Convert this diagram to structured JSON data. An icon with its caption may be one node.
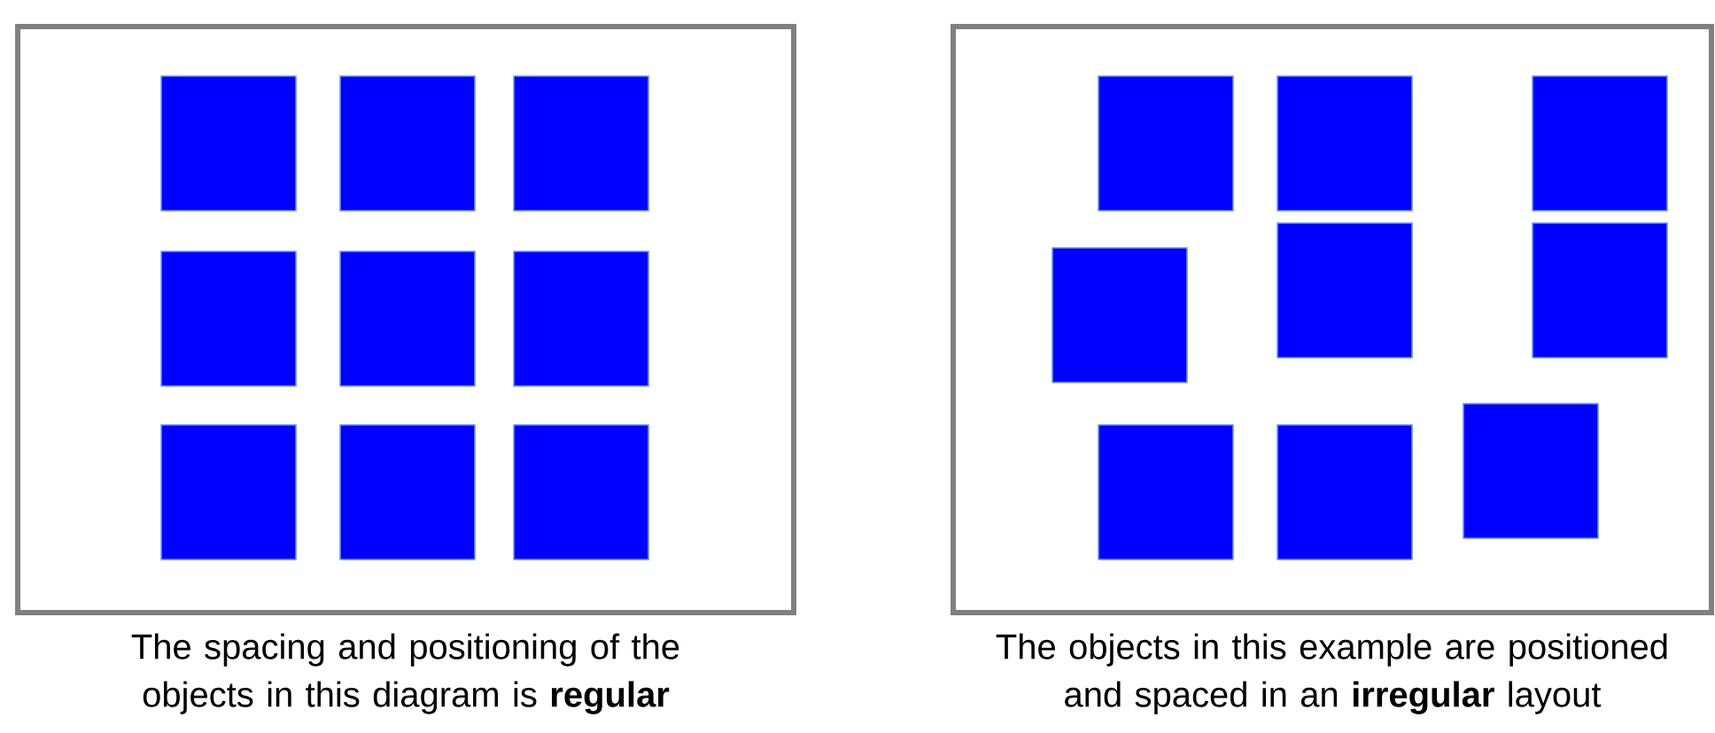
{
  "diagram": {
    "nodes": [
      {
        "text": [
          "The spacing and positioning of the objects in this diagram is **regular**"
        ]
      },
      {
        "text": [
          "The objects in this example are positioned and spaced in an **irregular** layout"
        ]
      },
      {
        "text": [],
        "shape": "box",
        "in": 0
      },
      {
        "text": [],
        "shape": "box",
        "in": 0
      },
      {
        "text": [],
        "shape": "box",
        "in": 0
      },
      {
        "text": [],
        "shape": "box",
        "in": 0
      },
      {
        "text": [],
        "shape": "box",
        "in": 0
      },
      {
        "text": [],
        "shape": "box",
        "in": 0
      },
      {
        "text": [],
        "shape": "box",
        "in": 0
      },
      {
        "text": [],
        "shape": "box",
        "in": 0
      },
      {
        "text": [],
        "shape": "box",
        "in": 0
      },
      {
        "text": [],
        "shape": "box",
        "in": 1
      },
      {
        "text": [],
        "shape": "box",
        "in": 1
      },
      {
        "text": [],
        "shape": "box",
        "in": 1
      },
      {
        "text": [],
        "shape": "box",
        "in": 1
      },
      {
        "text": [],
        "shape": "box",
        "in": 1
      },
      {
        "text": [],
        "shape": "box",
        "in": 1
      },
      {
        "text": [],
        "shape": "box",
        "in": 1
      },
      {
        "text": [],
        "shape": "box",
        "in": 1
      },
      {
        "text": [],
        "shape": "box",
        "in": 1
      }
    ]
  }
}
